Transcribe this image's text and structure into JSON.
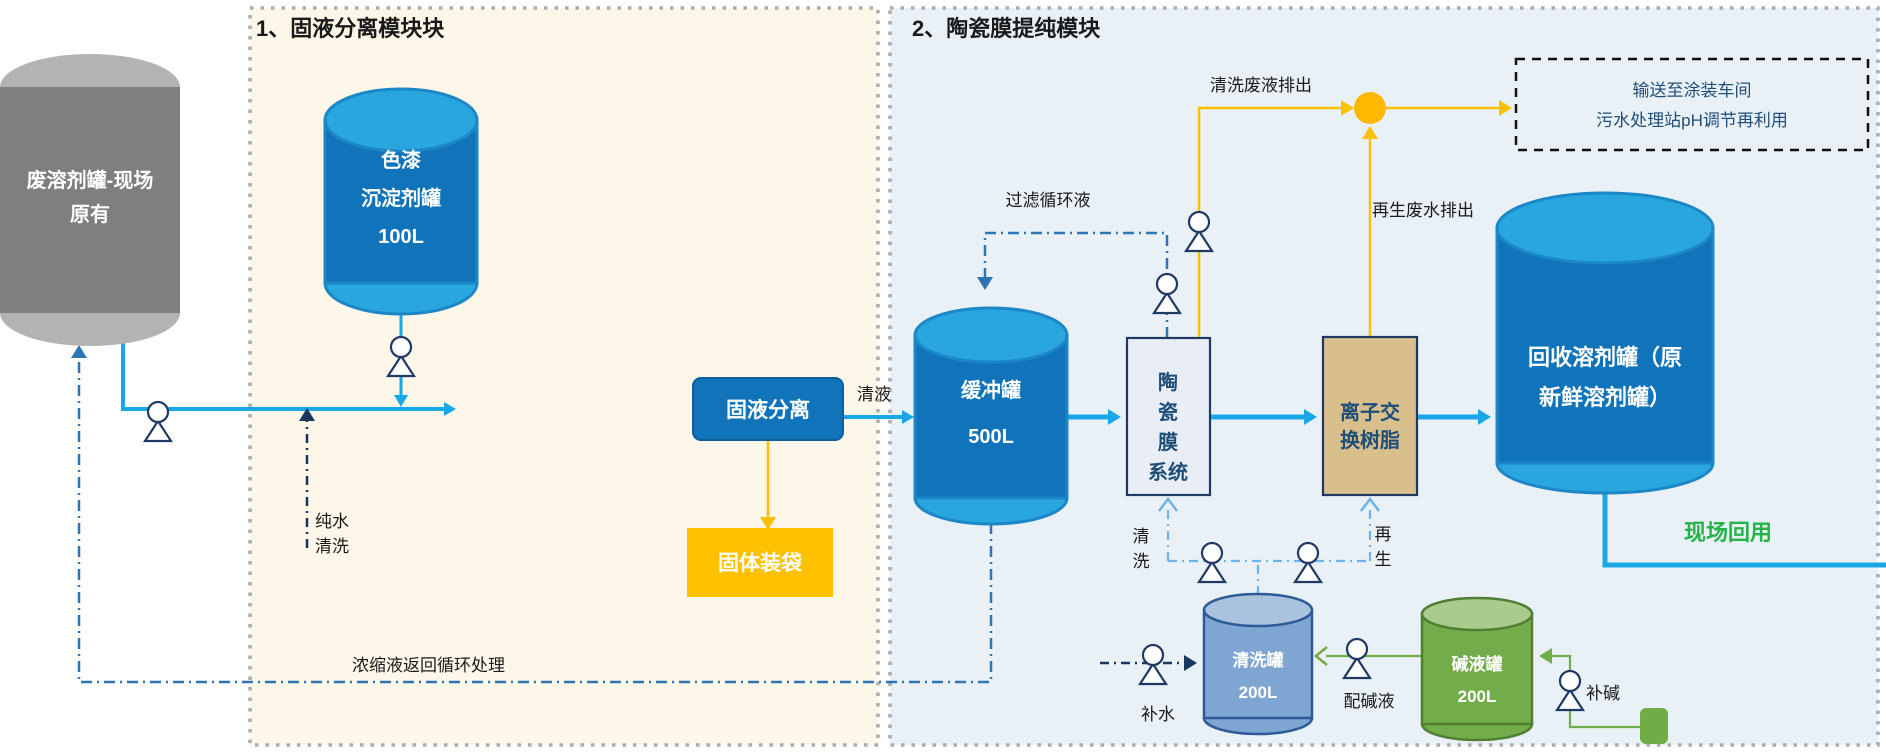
{
  "sections": {
    "s1": {
      "title": "1、固液分离模块块"
    },
    "s2": {
      "title": "2、陶瓷膜提纯模块"
    }
  },
  "tanks": {
    "waste": {
      "lines": [
        "废溶剂罐-现场",
        "原有"
      ]
    },
    "paint_precip": {
      "lines": [
        "色漆",
        "沉淀剂罐",
        "100L"
      ]
    },
    "buffer": {
      "lines": [
        "缓冲罐",
        "500L"
      ]
    },
    "recovery": {
      "lines": [
        "回收溶剂罐（原",
        "新鲜溶剂罐）"
      ]
    },
    "washing": {
      "lines": [
        "清洗罐",
        "200L"
      ]
    },
    "alkali": {
      "lines": [
        "碱液罐",
        "200L"
      ]
    }
  },
  "units": {
    "solid_liquid_sep": "固液分离",
    "solid_bagging": "固体装袋",
    "ceramic_membrane": [
      "陶",
      "瓷",
      "膜",
      "系统"
    ],
    "ion_exchange": [
      "离子交",
      "换树脂"
    ]
  },
  "labels": {
    "clear_liquid": "清液",
    "filter_circulation": "过滤循环液",
    "washing_waste_out": "清洗废液排出",
    "regen_waste_out": "再生废水排出",
    "pure_water_wash": [
      "纯水",
      "清洗"
    ],
    "concentrate_return": "浓缩液返回循环处理",
    "onsite_reuse": "现场回用",
    "wash": [
      "清",
      "洗"
    ],
    "regen": [
      "再",
      "生"
    ],
    "water_makeup": "补水",
    "alkali_prep": "配碱液",
    "alkali_makeup": "补碱",
    "dest_box": [
      "输送至涂装车间",
      "污水处理站pH调节再利用"
    ]
  },
  "colors": {
    "flow_blue": "#19A7E8",
    "tank_body_blue": "#1173B9",
    "tank_cap_blue": "#29A6DE",
    "yellow": "#FFC000",
    "green": "#70AD47",
    "steel_dash": "#2E75B6",
    "section1_bg": "#FCF7E8",
    "section2_bg": "#E9F1F6",
    "reuse_green": "#26B24B"
  }
}
